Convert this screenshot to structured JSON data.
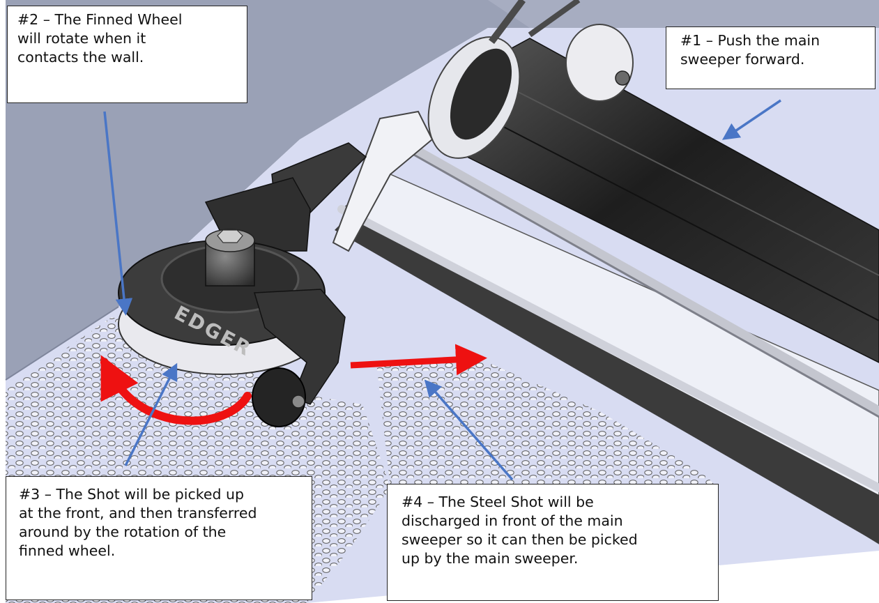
{
  "figure": {
    "callouts": {
      "step1": {
        "lines": [
          "#1 – Push the main",
          "sweeper forward."
        ]
      },
      "step2": {
        "lines": [
          "#2 – The Finned Wheel",
          "will rotate when it",
          "contacts the wall."
        ]
      },
      "step3": {
        "lines": [
          "#3 – The Shot will be picked up",
          "at the front, and then transferred",
          "around by the rotation of the",
          "finned wheel."
        ]
      },
      "step4": {
        "lines": [
          "#4 – The Steel Shot will be",
          "discharged in front of the main",
          "sweeper so it can then be picked",
          "up by the main sweeper."
        ]
      }
    },
    "edger_label": "EDGER",
    "colors": {
      "pointer_arrow": "#4a76c6",
      "rotation_arrow": "#ee1111",
      "wall": "#9aa1b6",
      "floor": "#d8dcf2",
      "roller": "#2a2a2a"
    }
  }
}
